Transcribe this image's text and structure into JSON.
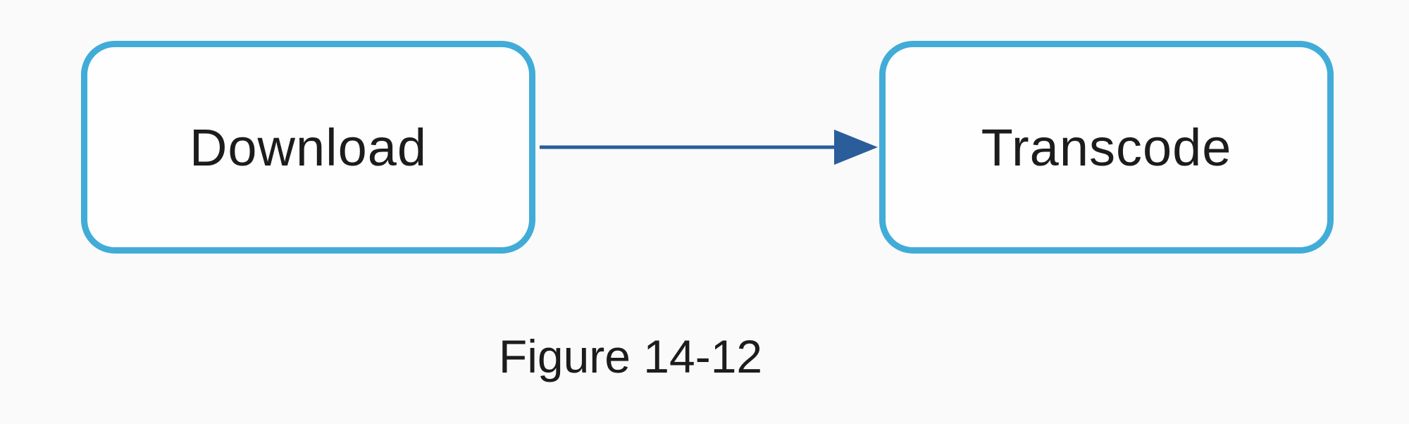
{
  "diagram": {
    "nodes": [
      {
        "id": "download",
        "label": "Download"
      },
      {
        "id": "transcode",
        "label": "Transcode"
      }
    ],
    "edges": [
      {
        "from": "download",
        "to": "transcode",
        "direction": "right"
      }
    ],
    "caption": "Figure 14-12"
  },
  "colors": {
    "box-border": "#41acd8",
    "arrow": "#2b5d9b",
    "text": "#1c1c1c",
    "background": "#fafafa"
  }
}
